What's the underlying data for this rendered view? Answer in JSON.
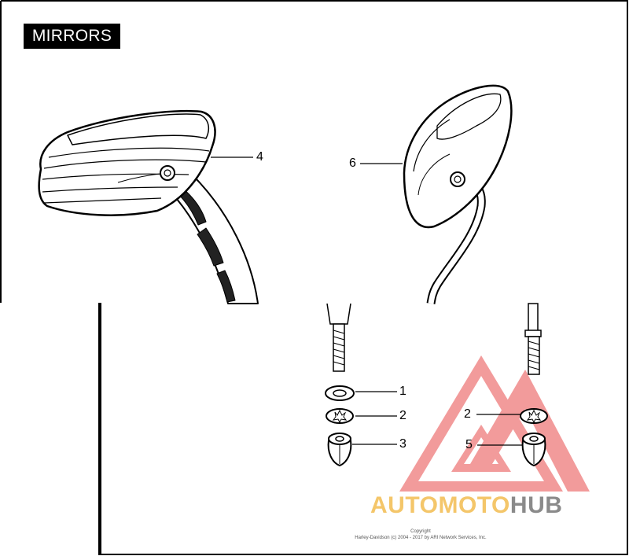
{
  "title": "MIRRORS",
  "callouts": {
    "c1": "1",
    "c2_left": "2",
    "c2_right": "2",
    "c3": "3",
    "c4": "4",
    "c5": "5",
    "c6": "6"
  },
  "watermark": {
    "part_a": "AUTOMOTO",
    "part_b": "HUB",
    "logo_color": "#f08a8a",
    "text_color_a": "#f4c66a",
    "text_color_b": "#8a8a8a"
  },
  "copyright": {
    "line1": "Copyright",
    "line2": "Harley-Davidson (c) 2004 - 2017 by ARI Network Services, Inc."
  }
}
